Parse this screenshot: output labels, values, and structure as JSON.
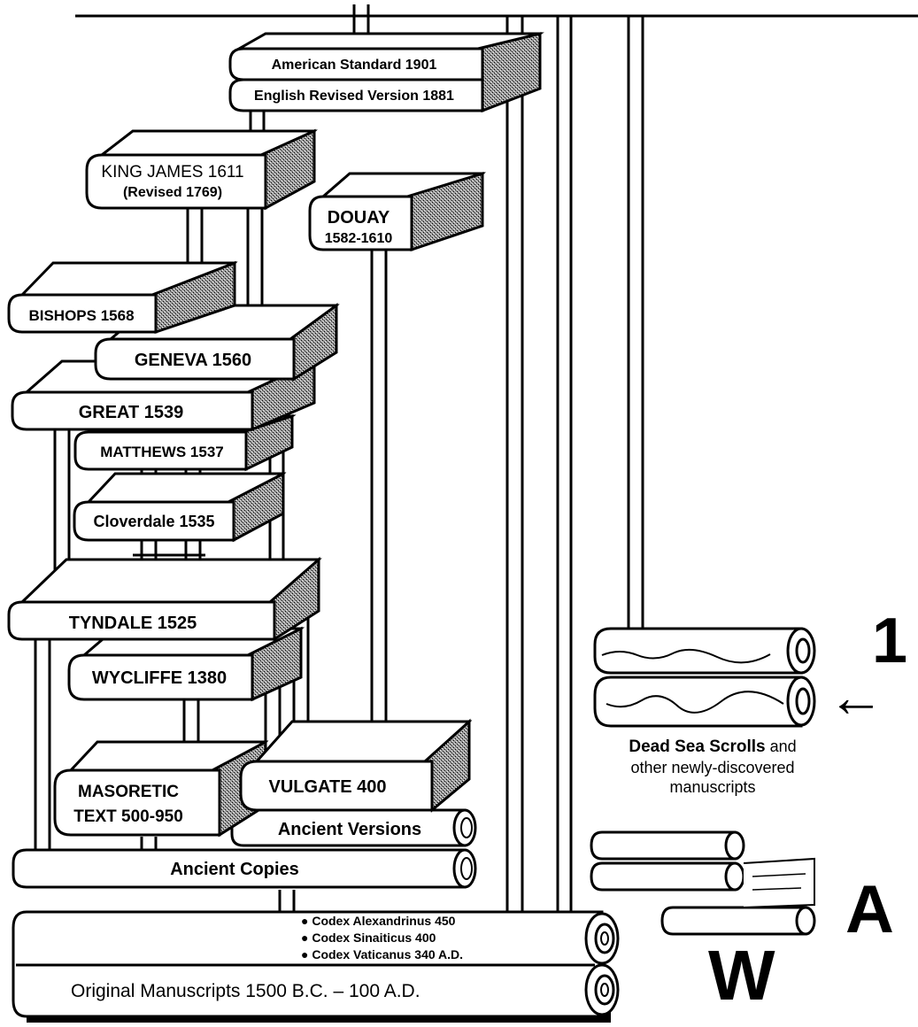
{
  "books": {
    "american_standard": "American Standard 1901",
    "english_revised": "English Revised Version 1881",
    "king_james": "KING JAMES 1611",
    "king_james_revised": "(Revised 1769)",
    "douay": "DOUAY",
    "douay_years": "1582-1610",
    "bishops": "BISHOPS 1568",
    "geneva": "GENEVA 1560",
    "great": "GREAT  1539",
    "matthews": "MATTHEWS 1537",
    "cloverdale": "Cloverdale 1535",
    "tyndale": "TYNDALE  1525",
    "wycliffe": "WYCLIFFE 1380",
    "masoretic_1": "MASORETIC",
    "masoretic_2": "TEXT 500-950",
    "vulgate": "VULGATE  400"
  },
  "scrolls": {
    "ancient_versions": "Ancient Versions",
    "ancient_copies": "Ancient Copies",
    "codex_alexandrinus": "● Codex Alexandrinus 450",
    "codex_sinaiticus": "● Codex Sinaiticus  400",
    "codex_vaticanus": "● Codex Vaticanus  340 A.D.",
    "original_manuscripts": "Original Manuscripts  1500 B.C.  –  100 A.D."
  },
  "dead_sea": {
    "title_bold": "Dead Sea Scrolls",
    "line1_rest": " and",
    "line2": "other newly-discovered",
    "line3": "manuscripts"
  },
  "markers": {
    "one": "1",
    "arrow": "←",
    "a": "A",
    "w": "W"
  }
}
